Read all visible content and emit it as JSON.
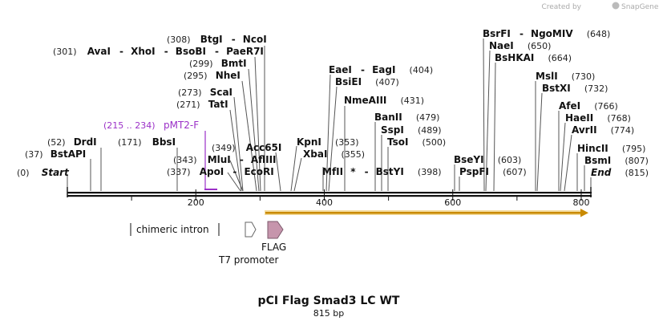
{
  "credit": {
    "prefix": "Created by",
    "brand": "SnapGene"
  },
  "title": "pCI Flag Smad3 LC WT",
  "subtitle": "815 bp",
  "sequence": {
    "start": 0,
    "end": 815
  },
  "ticks": [
    200,
    400,
    600,
    800
  ],
  "primer": {
    "name": "pMT2-F",
    "range": "(215 .. 234)"
  },
  "sites": [
    {
      "name": "Start",
      "pos": "(0)",
      "italic": true
    },
    {
      "name": "BstAPI",
      "pos": "(37)"
    },
    {
      "name": "DrdI",
      "pos": "(52)"
    },
    {
      "name": "BbsI",
      "pos": "(171)"
    },
    {
      "name": "TatI",
      "pos": "(271)"
    },
    {
      "name": "ScaI",
      "pos": "(273)"
    },
    {
      "name": "NheI",
      "pos": "(295)"
    },
    {
      "name": "BmtI",
      "pos": "(299)"
    },
    {
      "name": "AvaI",
      "pos": "(301)"
    },
    {
      "name": "XhoI",
      "pos": ""
    },
    {
      "name": "BsoBI",
      "pos": ""
    },
    {
      "name": "PaeR7I",
      "pos": ""
    },
    {
      "name": "BtgI",
      "pos": "(308)"
    },
    {
      "name": "NcoI",
      "pos": ""
    },
    {
      "name": "ApoI",
      "pos": "(337)"
    },
    {
      "name": "EcoRI",
      "pos": ""
    },
    {
      "name": "MluI",
      "pos": "(343)"
    },
    {
      "name": "AflIII",
      "pos": ""
    },
    {
      "name": "Acc65I",
      "pos": "(349)"
    },
    {
      "name": "KpnI",
      "pos": "(353)"
    },
    {
      "name": "XbaI",
      "pos": "(355)"
    },
    {
      "name": "MfII",
      "pos": "*"
    },
    {
      "name": "BstYI",
      "pos": "(398)"
    },
    {
      "name": "EaeI",
      "pos": ""
    },
    {
      "name": "EagI",
      "pos": "(404)"
    },
    {
      "name": "BsiEI",
      "pos": "(407)"
    },
    {
      "name": "NmeAIII",
      "pos": "(431)"
    },
    {
      "name": "BanII",
      "pos": "(479)"
    },
    {
      "name": "SspI",
      "pos": "(489)"
    },
    {
      "name": "TsoI",
      "pos": "(500)"
    },
    {
      "name": "BseYI",
      "pos": "(603)"
    },
    {
      "name": "PspFI",
      "pos": "(607)"
    },
    {
      "name": "BsrFI",
      "pos": ""
    },
    {
      "name": "NgoMIV",
      "pos": "(648)"
    },
    {
      "name": "NaeI",
      "pos": "(650)"
    },
    {
      "name": "BsHKAI",
      "pos": "(664)"
    },
    {
      "name": "MslI",
      "pos": "(730)"
    },
    {
      "name": "BstXI",
      "pos": "(732)"
    },
    {
      "name": "AfeI",
      "pos": "(766)"
    },
    {
      "name": "HaeII",
      "pos": "(768)"
    },
    {
      "name": "AvrII",
      "pos": "(774)"
    },
    {
      "name": "HincII",
      "pos": "(795)"
    },
    {
      "name": "BsmI",
      "pos": "(807)"
    },
    {
      "name": "End",
      "pos": "(815)",
      "italic": true
    }
  ],
  "features": {
    "intron": "chimeric intron",
    "t7": "T7 promoter",
    "flag": "FLAG"
  },
  "colors": {
    "backbone": "#111111",
    "orf_fill": "#c98a00",
    "orf_glow": "#f3dca0",
    "flag_fill": "#c695ac",
    "primer": "#9b30c7"
  }
}
